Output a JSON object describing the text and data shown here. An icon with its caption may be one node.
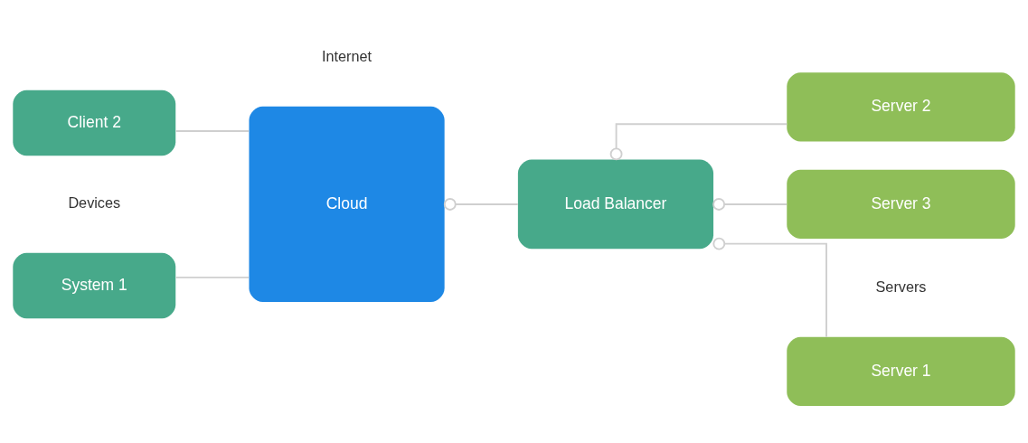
{
  "diagram": {
    "nodes": [
      {
        "text": [
          "System 1"
        ]
      },
      {
        "text": [
          "Client 2"
        ]
      },
      {
        "text": [
          "Cloud"
        ]
      },
      {
        "text": [
          "Load Balancer"
        ]
      },
      {
        "text": [
          "Server 1"
        ]
      },
      {
        "text": [
          "Server 2"
        ]
      },
      {
        "text": [
          "Server 3"
        ]
      }
    ],
    "edges": [
      {
        "from": 0,
        "to": 2,
        "arrow": "none"
      },
      {
        "from": 1,
        "to": 2,
        "arrow": "none"
      },
      {
        "from": 2,
        "to": 3,
        "arrow": "other"
      },
      {
        "from": 3,
        "to": 4,
        "arrow": "other"
      },
      {
        "from": 3,
        "to": 5,
        "arrow": "other"
      },
      {
        "from": 3,
        "to": 6,
        "arrow": "other"
      }
    ],
    "labels": [
      "Devices",
      "Internet",
      "Servers"
    ]
  }
}
